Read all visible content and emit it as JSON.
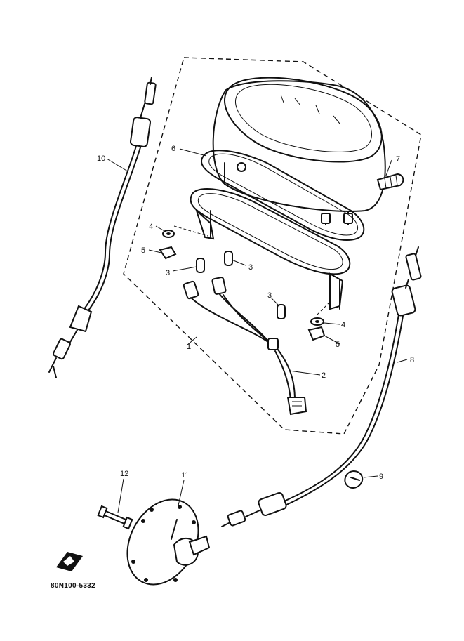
{
  "labels": {
    "p1": "1",
    "p2": "2",
    "p3a": "3",
    "p3b": "3",
    "p3c": "3",
    "p4a": "4",
    "p4b": "4",
    "p5a": "5",
    "p5b": "5",
    "p6": "6",
    "p7": "7",
    "p8": "8",
    "p9": "9",
    "p10": "10",
    "p11": "11",
    "p12": "12"
  },
  "diagram_code": "80N100-5332",
  "colors": {
    "ink": "#111111",
    "paper": "#ffffff"
  }
}
